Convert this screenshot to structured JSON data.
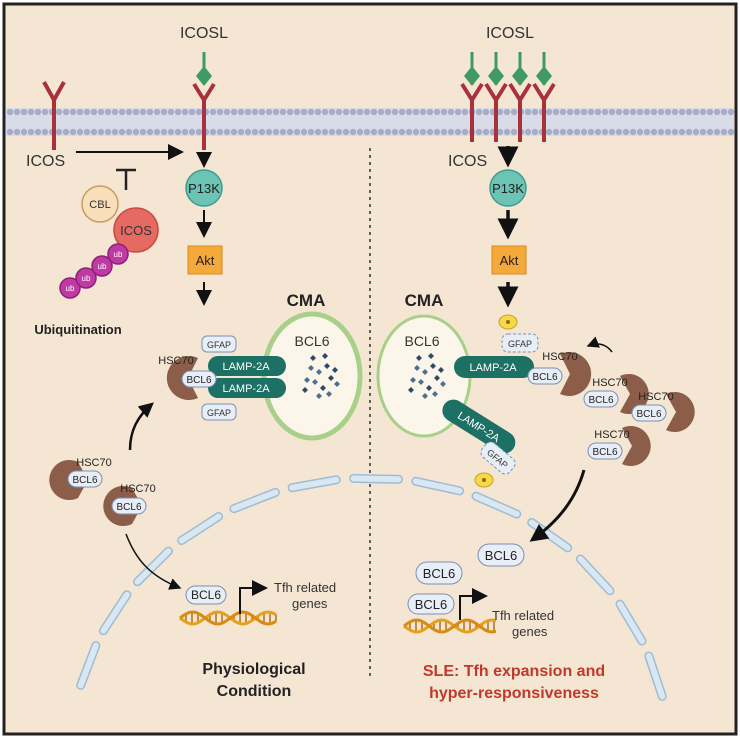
{
  "colors": {
    "background": "#f5e6d3",
    "membrane": "#b4b9cf",
    "receptor": "#a8323b",
    "ligand": "#3f9a63",
    "pi3k": "#6cc4b5",
    "akt": "#f4a93a",
    "lamp2a": "#1d7064",
    "lysosome_border": "#a9d08b",
    "bcl6_fill": "#e8eef7",
    "hsc70": "#8c5e49",
    "ubiquitin": "#c03aa3",
    "dna_strand": "#e5a11c",
    "nucleus": "#bcd4e6",
    "sle_text": "#c0392b"
  },
  "left_panel": {
    "icosl": "ICOSL",
    "icos": "ICOS",
    "cbl": "CBL",
    "icos_inner": "ICOS",
    "ubiquitin_glyph": "ub",
    "ubiquitination": "Ubiquitination",
    "pi3k": "P13K",
    "akt": "Akt",
    "cma": "CMA",
    "bcl6_lysosome": "BCL6",
    "hsc70_dock": "HSC70",
    "bcl6_dock": "BCL6",
    "gfap_top": "GFAP",
    "gfap_bottom": "GFAP",
    "lamp2a_top": "LAMP-2A",
    "lamp2a_bottom": "LAMP-2A",
    "hsc70_free1": "HSC70",
    "bcl6_free1": "BCL6",
    "hsc70_free2": "HSC70",
    "bcl6_free2": "BCL6",
    "bcl6_gene": "BCL6",
    "tfh_genes": [
      "Tfh related",
      "genes"
    ],
    "condition": [
      "Physiological",
      "Condition"
    ]
  },
  "right_panel": {
    "icosl": "ICOSL",
    "icos": "ICOS",
    "pi3k": "P13K",
    "akt": "Akt",
    "cma": "CMA",
    "bcl6_lysosome": "BCL6",
    "lamp2a_top": "LAMP-2A",
    "lamp2a_angled": "LAMP-2A",
    "gfap_top": "GFAP",
    "gfap_bottom": "GFAP",
    "hsc70_dock": "HSC70",
    "bcl6_dock": "BCL6",
    "hsc70_free": [
      "HSC70",
      "HSC70",
      "HSC70"
    ],
    "bcl6_free": [
      "BCL6",
      "BCL6",
      "BCL6"
    ],
    "bcl6_nucleus": [
      "BCL6",
      "BCL6"
    ],
    "bcl6_gene": "BCL6",
    "tfh_genes": [
      "Tfh related",
      "genes"
    ],
    "condition": [
      "SLE: Tfh expansion and",
      "hyper-responsiveness"
    ]
  }
}
